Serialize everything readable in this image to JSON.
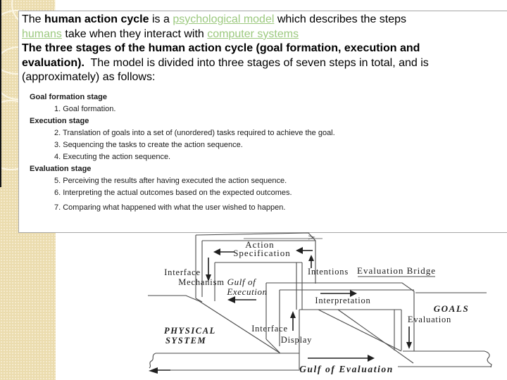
{
  "colors": {
    "link_green": "#9cc97f",
    "strip_tan": "#ebdcae",
    "panel_border": "#a6a6a6",
    "diagram_ink": "#1c1c1c"
  },
  "intro": {
    "t1": "The ",
    "b1": "human action cycle",
    "t2": " is a ",
    "link1": "psychological model",
    "t3": " which describes the steps",
    "link2": "humans",
    "t4": " take when they interact with ",
    "link3": "computer systems"
  },
  "stages_para": {
    "b1": "The three stages of the human action cycle (goal formation, execution and",
    "b2": "evaluation).",
    "t1": "  The model is divided into three stages of seven steps in total, and is",
    "t2": "(approximately) as follows:"
  },
  "outline": [
    {
      "type": "stage",
      "label": "Goal formation stage"
    },
    {
      "type": "step",
      "label": "1. Goal formation."
    },
    {
      "type": "stage",
      "label": "Execution stage"
    },
    {
      "type": "step",
      "label": "2. Translation of goals into a set of (unordered) tasks required to achieve the goal."
    },
    {
      "type": "step",
      "label": "3. Sequencing the tasks to create the action sequence."
    },
    {
      "type": "step",
      "label": "4. Executing the action sequence."
    },
    {
      "type": "stage",
      "label": "Evaluation stage"
    },
    {
      "type": "step",
      "label": "5. Perceiving the results after having executed the action sequence."
    },
    {
      "type": "step",
      "label": "6. Interpreting the actual outcomes based on the expected outcomes."
    },
    {
      "type": "step",
      "label": "7. Comparing what happened with what the user wished to happen."
    }
  ],
  "diagram": {
    "action": "Action",
    "specification": "Specification",
    "interface_top": "Interface",
    "mechanism": "Mechanism",
    "gulf_of": "Gulf of",
    "execution": "Execution",
    "intentions": "Intentions",
    "evaluation_bridge": "Evaluation Bridge",
    "interpretation": "Interpretation",
    "goals": "GOALS",
    "evaluation": "Evaluation",
    "interface_mid": "Interface",
    "display": "Display",
    "physical": "PHYSICAL",
    "system": "SYSTEM",
    "gulf_of_evaluation": "Gulf of Evaluation"
  }
}
